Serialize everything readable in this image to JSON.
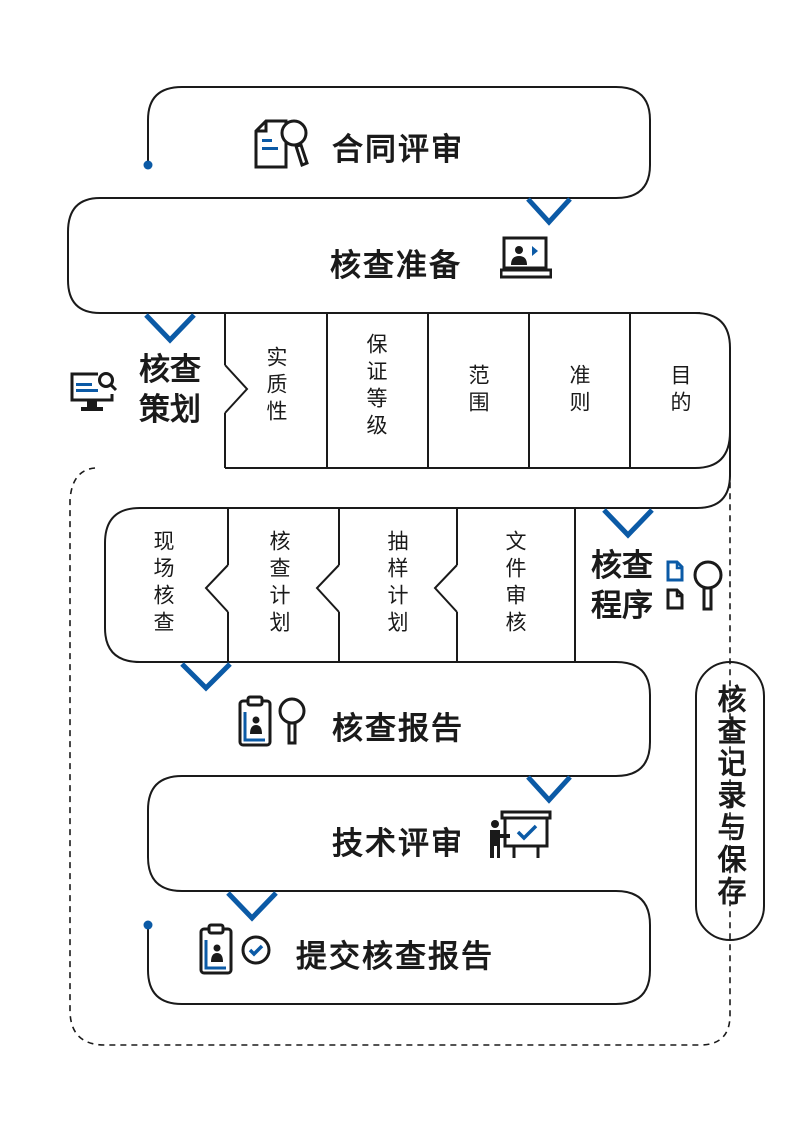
{
  "colors": {
    "accent": "#0b5aa6",
    "stroke": "#1a1a1a",
    "background": "#ffffff"
  },
  "steps": {
    "contract_review": {
      "title": "合同评审",
      "icon": "document-magnifier-icon"
    },
    "prep": {
      "title": "核查准备",
      "icon": "laptop-presenter-icon"
    },
    "planning": {
      "title_line1": "核查",
      "title_line2": "策划",
      "icon": "monitor-search-icon",
      "cells": [
        "实质性",
        "保证等级",
        "范围",
        "准则",
        "目的"
      ]
    },
    "procedure": {
      "title_line1": "核查",
      "title_line2": "程序",
      "icon": "documents-magnifier-icon",
      "cells": [
        "现场核查",
        "核查计划",
        "抽样计划",
        "文件审核"
      ]
    },
    "report": {
      "title": "核查报告",
      "icon": "clipboard-magnifier-icon"
    },
    "tech_review": {
      "title": "技术评审",
      "icon": "presentation-check-icon"
    },
    "submit": {
      "title": "提交核查报告",
      "icon": "clipboard-check-icon"
    }
  },
  "side_label": "核查记录与保存"
}
